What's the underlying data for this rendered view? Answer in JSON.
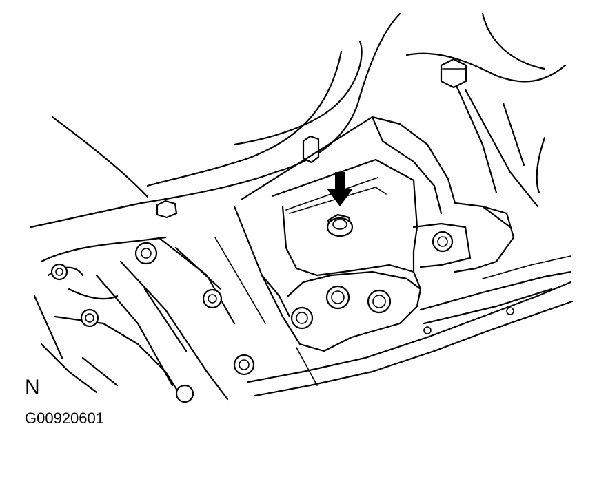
{
  "diagram": {
    "view_label": "N",
    "figure_code": "G00920601",
    "callouts": [
      {
        "name": "bolt-indicator-arrow",
        "target": "mount-center-bolt"
      }
    ],
    "colors": {
      "line": "#000000",
      "background": "#ffffff"
    }
  }
}
